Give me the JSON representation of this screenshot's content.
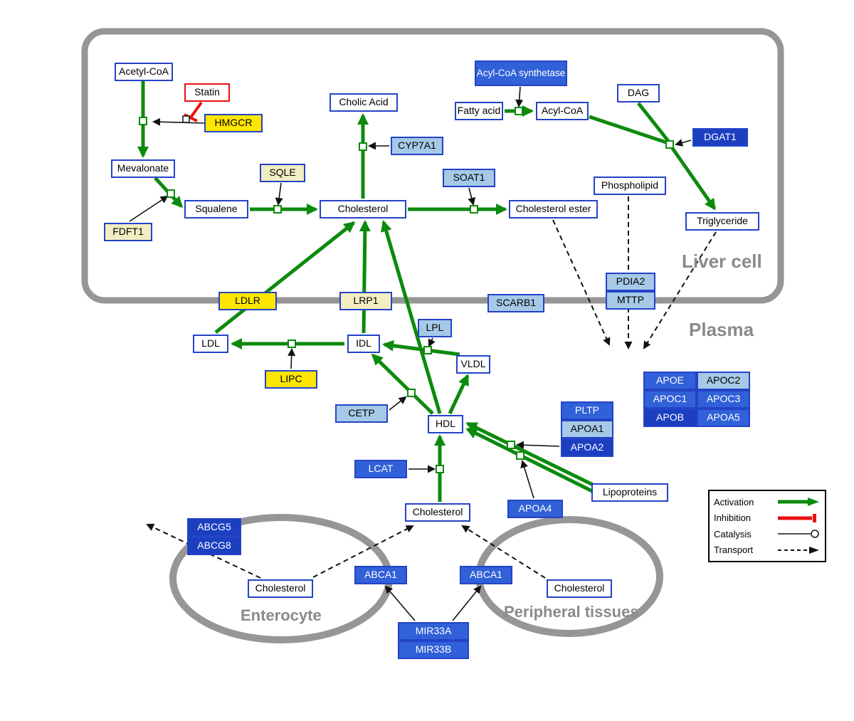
{
  "compartments": {
    "liver_label": "Liver cell",
    "plasma_label": "Plasma",
    "enterocyte_label": "Enterocyte",
    "peripheral_label": "Peripheral tissues"
  },
  "nodes": {
    "acetyl_coa": "Acetyl-CoA",
    "statin": "Statin",
    "hmgcr": "HMGCR",
    "mevalonate": "Mevalonate",
    "fdft1": "FDFT1",
    "squalene": "Squalene",
    "sqle": "SQLE",
    "cholesterol_liver": "Cholesterol",
    "cholic_acid": "Cholic Acid",
    "cyp7a1": "CYP7A1",
    "soat1": "SOAT1",
    "cholesterol_ester": "Cholesterol ester",
    "acyl_coa_synthetase": "Acyl-CoA synthetase",
    "fatty_acid": "Fatty acid",
    "acyl_coa": "Acyl-CoA",
    "dag": "DAG",
    "dgat1": "DGAT1",
    "phospholipid": "Phospholipid",
    "triglyceride": "Triglyceride",
    "ldlr": "LDLR",
    "lrp1": "LRP1",
    "scarb1": "SCARB1",
    "pdia2": "PDIA2",
    "mttp": "MTTP",
    "ldl": "LDL",
    "idl": "IDL",
    "lipc": "LIPC",
    "lpl": "LPL",
    "vldl": "VLDL",
    "cetp": "CETP",
    "hdl": "HDL",
    "lcat": "LCAT",
    "pltp": "PLTP",
    "apoa1": "APOA1",
    "apoa2": "APOA2",
    "apoa4": "APOA4",
    "lipoproteins": "Lipoproteins",
    "apoe": "APOE",
    "apoc2": "APOC2",
    "apoc1": "APOC1",
    "apoc3": "APOC3",
    "apob": "APOB",
    "apoa5": "APOA5",
    "cholesterol_plasma": "Cholesterol",
    "abcg5": "ABCG5",
    "abcg8": "ABCG8",
    "cholesterol_enterocyte": "Cholesterol",
    "abca1_enterocyte": "ABCA1",
    "abca1_peripheral": "ABCA1",
    "cholesterol_peripheral": "Cholesterol",
    "mir33a": "MIR33A",
    "mir33b": "MIR33B"
  },
  "legend": {
    "activation": "Activation",
    "inhibition": "Inhibition",
    "catalysis": "Catalysis",
    "transport": "Transport"
  },
  "colors": {
    "activation_green": "#0c8a0c",
    "inhibition_red": "#e81010",
    "gene_yellow": "#ffe600",
    "gene_pale_yellow": "#f2eec2",
    "gene_light_blue": "#a6c9e8",
    "gene_blue": "#3161d8",
    "gene_dark_blue": "#1c3fc0",
    "metabolite_border_blue": "#2343c8",
    "membrane_gray": "#969696"
  }
}
